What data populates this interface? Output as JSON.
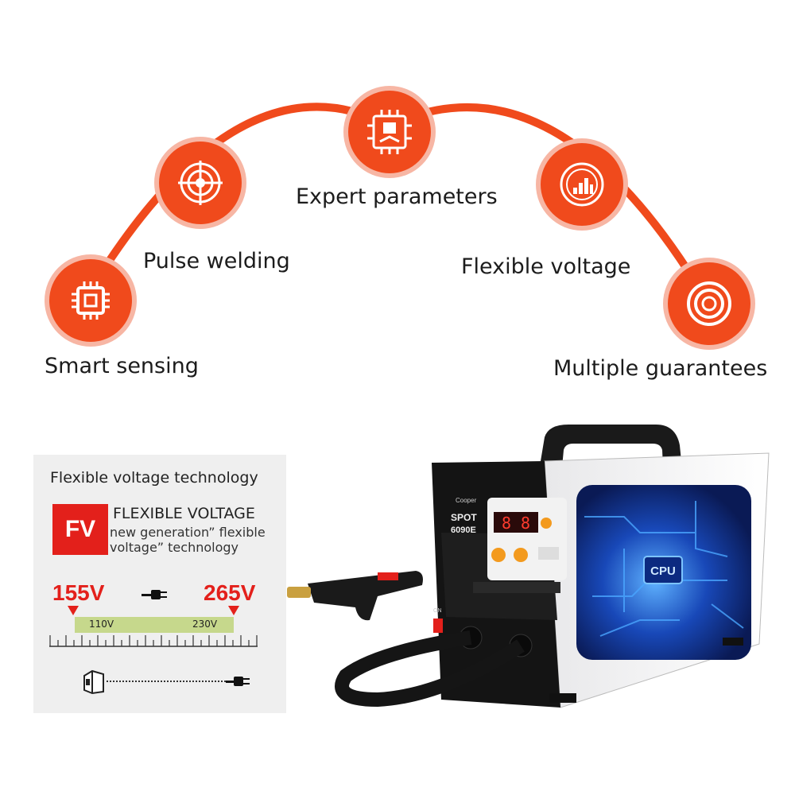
{
  "features": [
    {
      "label": "Smart sensing",
      "icon": "chip-icon"
    },
    {
      "label": "Pulse welding",
      "icon": "target-icon"
    },
    {
      "label": "Expert parameters",
      "icon": "cpu-icon"
    },
    {
      "label": "Flexible voltage",
      "icon": "chart-icon"
    },
    {
      "label": "Multiple guarantees",
      "icon": "rings-icon"
    }
  ],
  "colors": {
    "accent": "#f04a1c",
    "badge_red": "#e3201b",
    "range_green": "#c6d88c"
  },
  "voltage_panel": {
    "title": "Flexible voltage technology",
    "badge": "FV",
    "heading": "FLEXIBLE VOLTAGE",
    "subtitle": "new generation” flexible voltage” technology",
    "min_voltage": "155V",
    "max_voltage": "265V",
    "range_low": "110V",
    "range_high": "230V"
  },
  "machine": {
    "brand": "Cooper",
    "model": "SPOT 6090E",
    "display_left": "8",
    "display_right": "8",
    "cpu_label": "CPU",
    "switch_label": "ON"
  }
}
